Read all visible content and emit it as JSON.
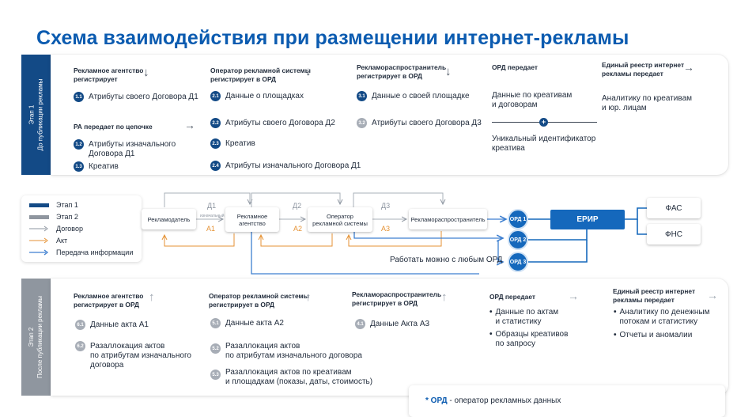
{
  "title": "Схема взаимодействия при размещении интернет-рекламы",
  "stage1": {
    "tab_lines": [
      "Этап 1",
      "До публикации рекламы"
    ],
    "cols": [
      {
        "header": [
          "Рекламное агентство",
          "регистрирует"
        ],
        "items": [
          {
            "n": "1.1",
            "text": [
              "Атрибуты своего Договора Д1"
            ]
          }
        ],
        "sub_header": "РА передает по цепочке",
        "sub_items": [
          {
            "n": "1.2",
            "text": [
              "Атрибуты изначального",
              "Договора Д1"
            ]
          },
          {
            "n": "1.3",
            "text": [
              "Креатив"
            ]
          }
        ]
      },
      {
        "header": [
          "Оператор рекламной системы",
          "регистрирует в ОРД"
        ],
        "items": [
          {
            "n": "2.1",
            "text": [
              "Данные о площадках"
            ]
          },
          {
            "n": "2.2",
            "text": [
              "Атрибуты своего Договора Д2"
            ]
          },
          {
            "n": "2.3",
            "text": [
              "Креатив"
            ]
          },
          {
            "n": "2.4",
            "text": [
              "Атрибуты изначального Договора Д1"
            ]
          }
        ]
      },
      {
        "header": [
          "Рекламораспространитель",
          "регистрирует в ОРД"
        ],
        "items": [
          {
            "n": "3.1",
            "text": [
              "Данные о своей площадке"
            ]
          },
          {
            "n": "3.2",
            "text": [
              "Атрибуты своего Договора Д3"
            ]
          }
        ]
      },
      {
        "header": [
          "ОРД передает"
        ],
        "data_lines": [
          "Данные по креативам",
          "и договорам"
        ],
        "uid_lines": [
          "Уникальный идентификатор",
          "креатива"
        ]
      },
      {
        "header": [
          "Единый реестр интернет",
          "рекламы передает"
        ],
        "lines": [
          "Аналитику по креативам",
          "и юр. лицам"
        ]
      }
    ]
  },
  "legend": [
    {
      "label": "Этап 1",
      "kind": "stage1"
    },
    {
      "label": "Этап 2",
      "kind": "stage2"
    },
    {
      "label": "Договор",
      "kind": "contract"
    },
    {
      "label": "Акт",
      "kind": "act"
    },
    {
      "label": "Передача информации",
      "kind": "info"
    }
  ],
  "flow": {
    "advertiser": "Рекламодатель",
    "agency": [
      "Рекламное",
      "агентство"
    ],
    "operator": [
      "Оператор",
      "рекламной системы"
    ],
    "distributor": "Рекламораспространитель",
    "initial_label": "изначальный",
    "contracts": [
      "Д1",
      "Д2",
      "Д3"
    ],
    "acts": [
      "А1",
      "А2",
      "А3"
    ],
    "ords": [
      "ОРД 1",
      "ОРД 2",
      "ОРД 3"
    ],
    "erir": "ЕРИР",
    "fas": "ФАС",
    "fns": "ФНС",
    "any_ord": "Работать можно с любым ОРД"
  },
  "stage2": {
    "tab_lines": [
      "Этап 2",
      "После публикации рекламы"
    ],
    "cols": [
      {
        "header": [
          "Рекламное агентство",
          "регистрирует в ОРД"
        ],
        "items": [
          {
            "n": "6.1",
            "text": [
              "Данные акта А1"
            ]
          },
          {
            "n": "6.2",
            "text": [
              "Разаллокация актов",
              "по атрибутам изначального",
              "договора"
            ]
          }
        ]
      },
      {
        "header": [
          "Оператор рекламной системы",
          "регистрирует в ОРД"
        ],
        "items": [
          {
            "n": "5.1",
            "text": [
              "Данные акта А2"
            ]
          },
          {
            "n": "5.2",
            "text": [
              "Разаллокация актов",
              "по атрибутам изначального договора"
            ]
          },
          {
            "n": "5.3",
            "text": [
              "Разаллокация актов по креативам",
              "и площадкам (показы, даты, стоимость)"
            ]
          }
        ]
      },
      {
        "header": [
          "Рекламораспространитель",
          "регистрирует в ОРД"
        ],
        "items": [
          {
            "n": "4.1",
            "text": [
              "Данные Акта А3"
            ]
          }
        ]
      },
      {
        "header": [
          "ОРД передает"
        ],
        "bullets": [
          [
            "Данные по актам",
            "и статистику"
          ],
          [
            "Образцы креативов",
            "по запросу"
          ]
        ]
      },
      {
        "header": [
          "Единый реестр интернет",
          "рекламы передает"
        ],
        "bullets": [
          [
            "Аналитику по денежным",
            "потокам и статистику"
          ],
          [
            "Отчеты и аномалии"
          ]
        ]
      }
    ]
  },
  "footnote": {
    "bold": "* ОРД",
    "text": " - оператор рекламных данных"
  },
  "colors": {
    "stage1": "#134a86",
    "stage2": "#8f969f",
    "contract": "#8d95a0",
    "act": "#e59234",
    "info": "#3d7fd0",
    "accent": "#0b5bb0"
  }
}
